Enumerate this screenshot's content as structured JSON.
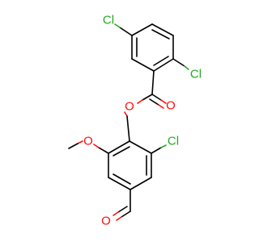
{
  "molecule": {
    "atoms": {
      "cl_top": "Cl",
      "cl_right_ring": "Cl",
      "o_carbonyl": "O",
      "o_ester": "O",
      "o_methoxy": "O",
      "cl_lower": "Cl",
      "o_aldehyde": "O"
    },
    "colors": {
      "bond": "#000000",
      "chlorine": "#22aa22",
      "oxygen": "#ff0d0d"
    }
  }
}
